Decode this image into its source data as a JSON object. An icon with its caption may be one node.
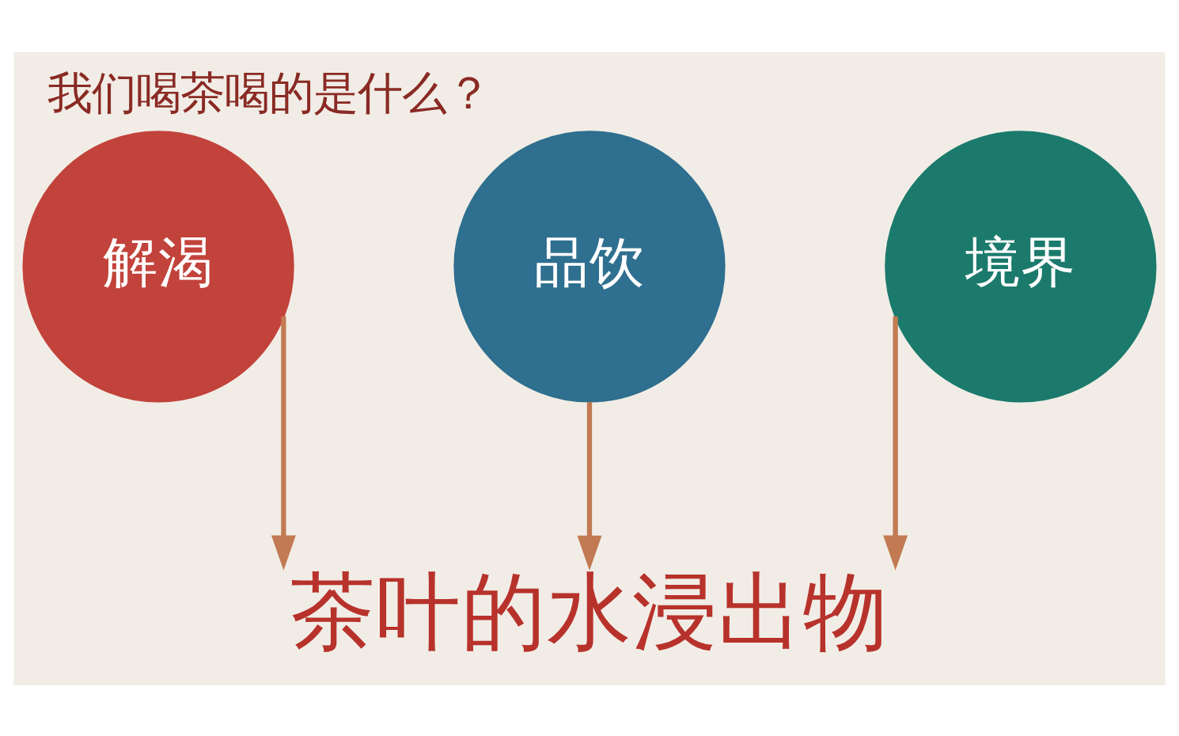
{
  "diagram": {
    "title": "我们喝茶喝的是什么？",
    "nodes": [
      {
        "text": [
          "解渴"
        ]
      },
      {
        "text": [
          "品饮"
        ]
      },
      {
        "text": [
          "境界"
        ]
      },
      {
        "text": [
          "茶叶的水浸出物"
        ]
      }
    ],
    "edges": [
      {
        "from": 0,
        "to": 3,
        "arrow": "to"
      },
      {
        "from": 1,
        "to": 3,
        "arrow": "to"
      },
      {
        "from": 2,
        "to": 3,
        "arrow": "to"
      }
    ]
  }
}
